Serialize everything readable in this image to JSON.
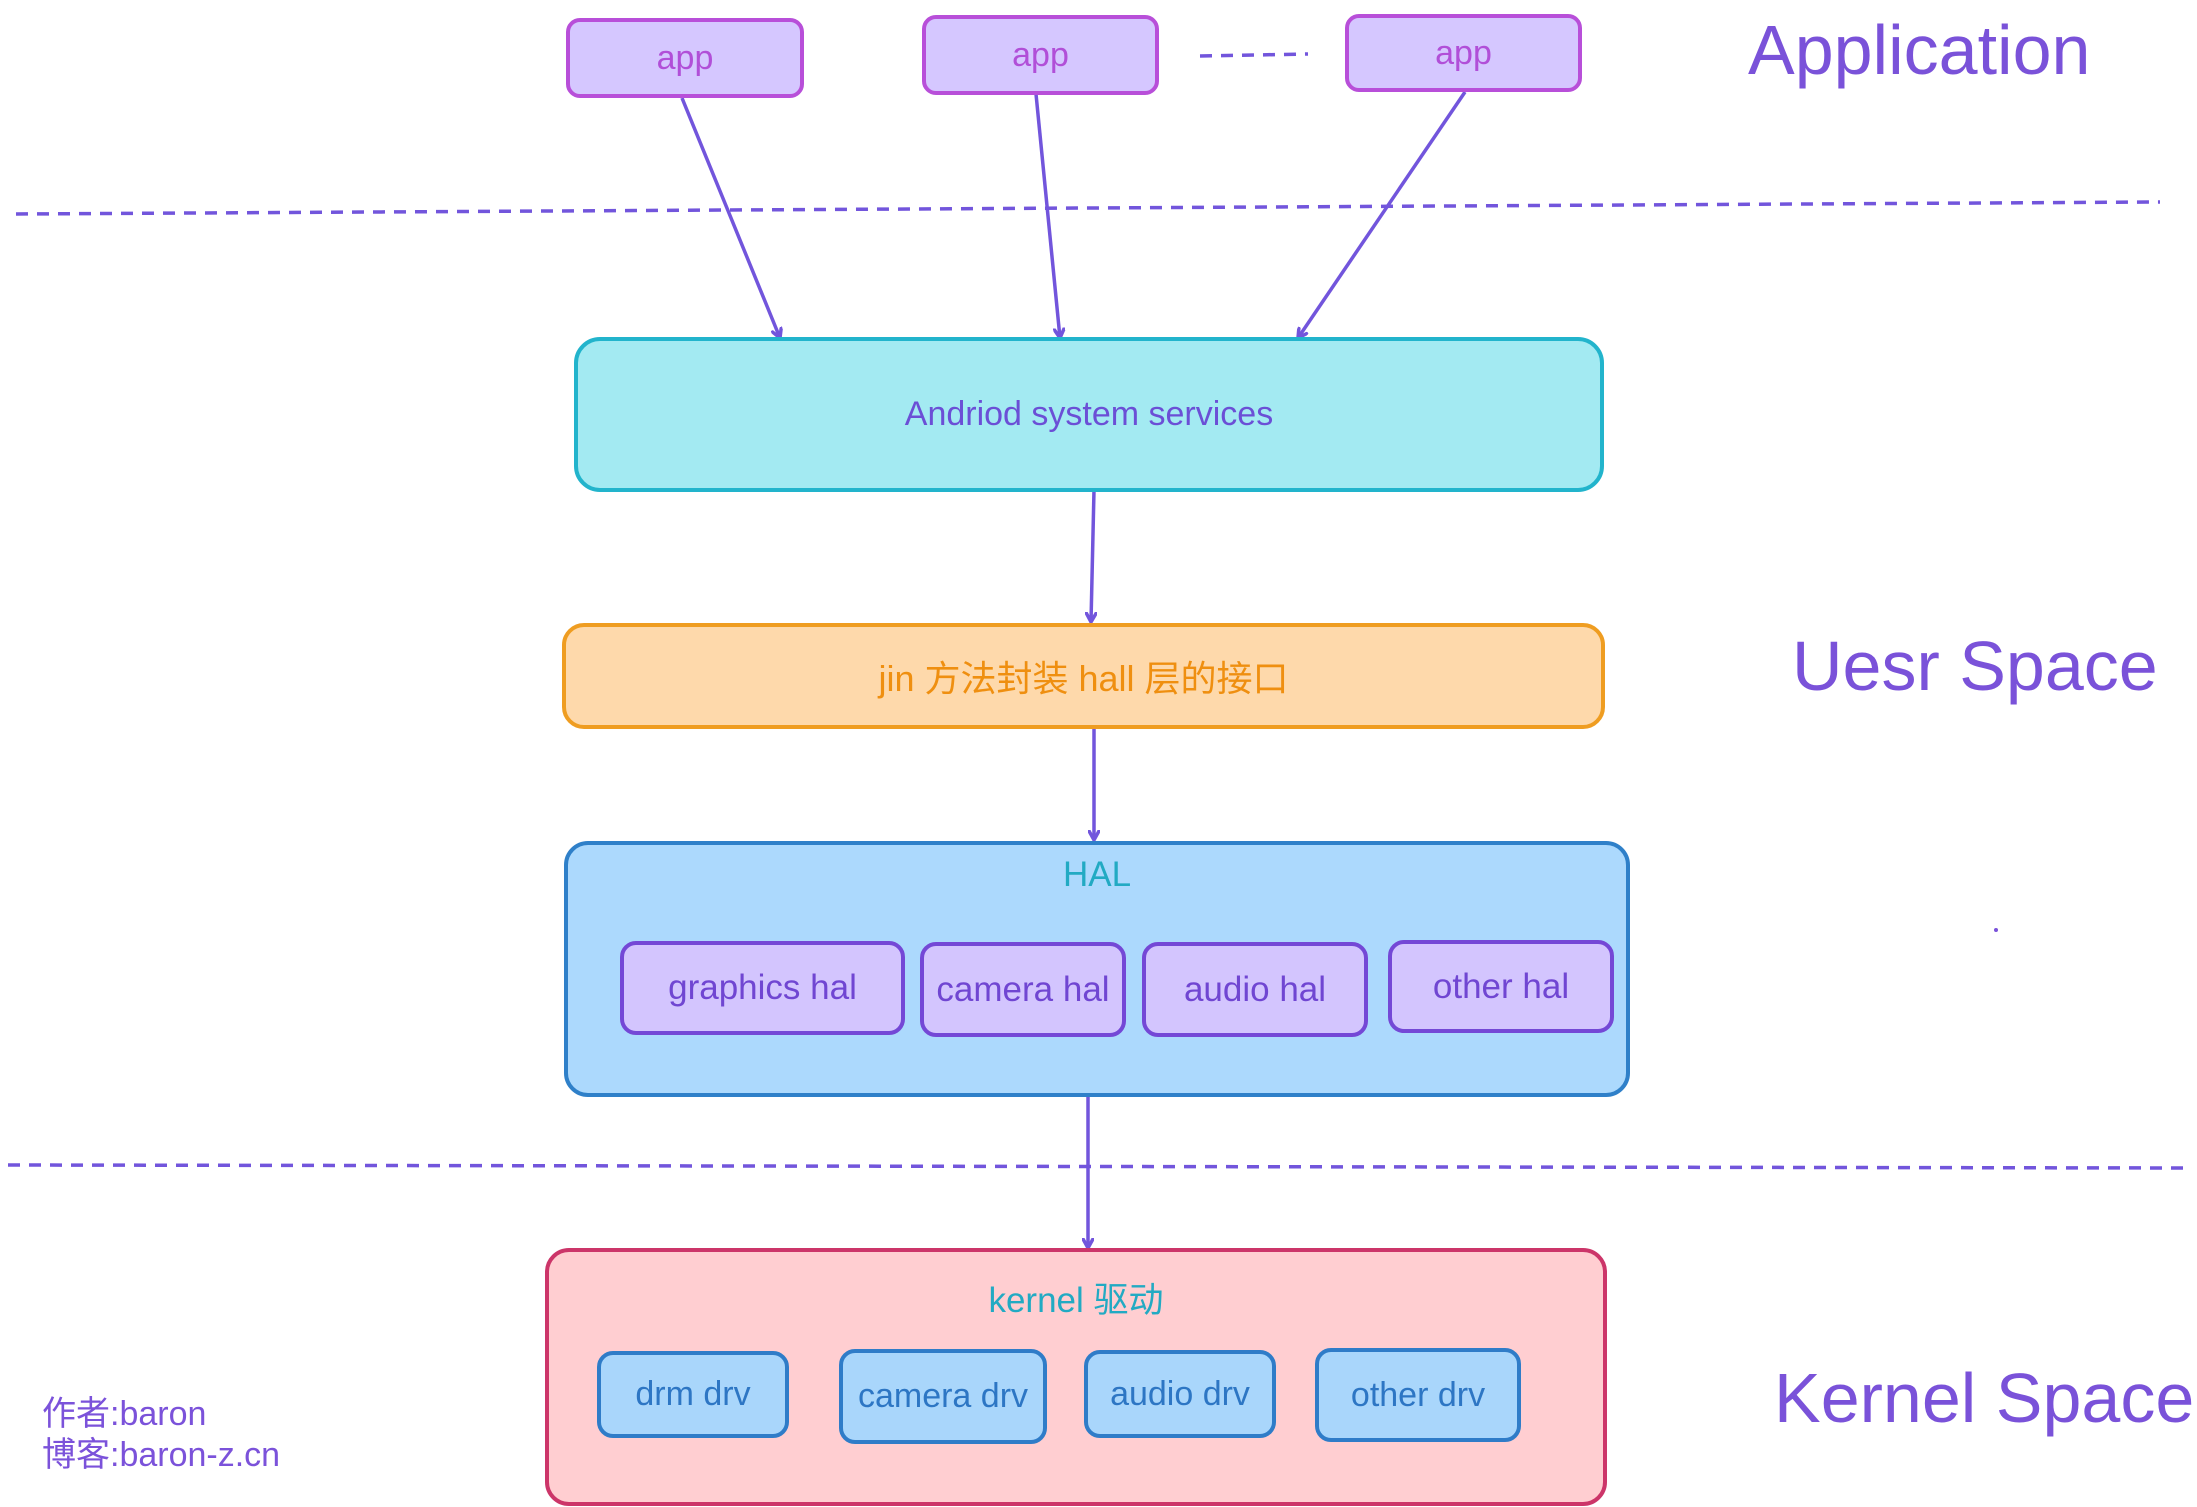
{
  "colors": {
    "connector": "#7255dc",
    "app_border": "#b84fd9",
    "app_fill": "#d5c7ff",
    "services_border": "#22b4cc",
    "services_fill": "#a3eaf2",
    "jni_border": "#ef9d21",
    "jni_fill": "#fed9ab",
    "hal_border": "#2f80c9",
    "hal_fill": "#acd9fd",
    "kernel_border": "#cc3569",
    "kernel_fill": "#ffced1",
    "label_text": "#7a52d9"
  },
  "apps": [
    "app",
    "app",
    "app"
  ],
  "services": {
    "label": "Andriod system services"
  },
  "jni": {
    "label": "jin 方法封装 hall 层的接口"
  },
  "hal": {
    "title": "HAL",
    "items": [
      "graphics hal",
      "camera hal",
      "audio hal",
      "other hal"
    ]
  },
  "kernel": {
    "title": "kernel 驱动",
    "items": [
      "drm drv",
      "camera drv",
      "audio drv",
      "other drv"
    ]
  },
  "layers": {
    "application": "Application",
    "user_space": "Uesr Space",
    "kernel_space": "Kernel Space"
  },
  "author": {
    "line1": "作者:baron",
    "line2": "博客:baron-z.cn"
  }
}
